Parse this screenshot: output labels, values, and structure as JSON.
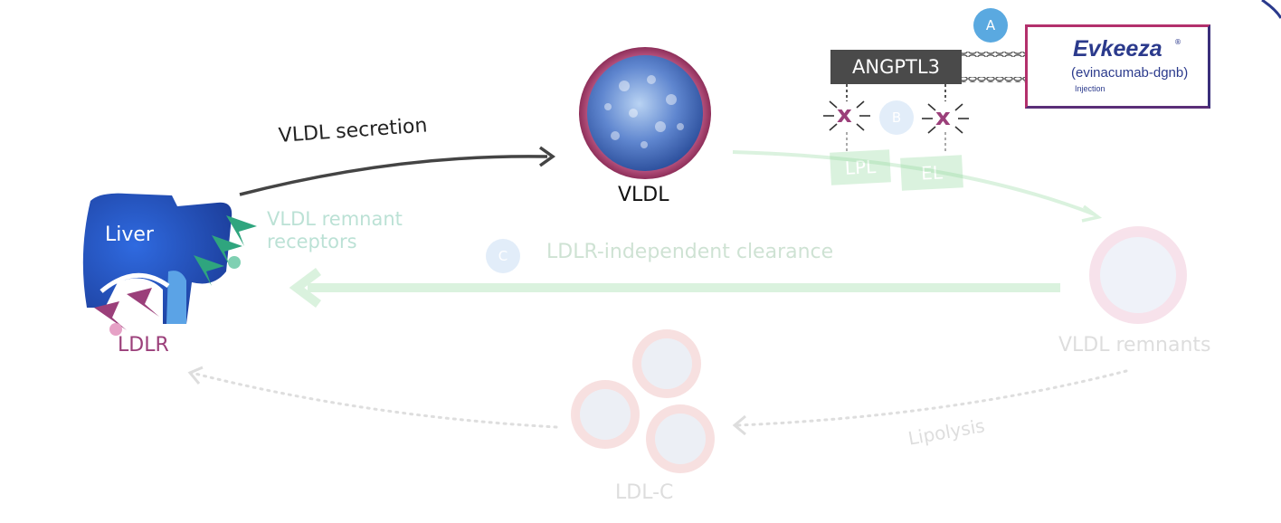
{
  "labels": {
    "vldl_secretion": "VLDL secretion",
    "vldl": "VLDL",
    "liver": "Liver",
    "ldlr": "LDLR",
    "vldl_remnant_receptors_line1": "VLDL remnant",
    "vldl_remnant_receptors_line2": "receptors",
    "ldlr_independent_clearance": "LDLR-independent clearance",
    "vldl_remnants": "VLDL remnants",
    "ldl_c": "LDL-C",
    "lipolysis": "Lipolysis",
    "angptl3": "ANGPTL3",
    "lpl": "LPL",
    "el": "EL"
  },
  "badges": {
    "a": "A",
    "b": "B",
    "c": "C"
  },
  "drug": {
    "brand": "Evkeeza",
    "registered": "®",
    "generic": "(evinacumab-dgnb)",
    "route": "Injection"
  },
  "inhibition_marks": [
    "x",
    "x"
  ],
  "colors": {
    "liver_blue": "#2f55b8",
    "receptor_green": "#2fa57e",
    "ldlr_magenta": "#9b3f7a",
    "arrow_dark": "#444444",
    "clearance_green": "#8fd89a",
    "badge_blue": "#5aa9e0",
    "brand_navy": "#2b3a8c",
    "brand_magenta": "#b3306c"
  }
}
